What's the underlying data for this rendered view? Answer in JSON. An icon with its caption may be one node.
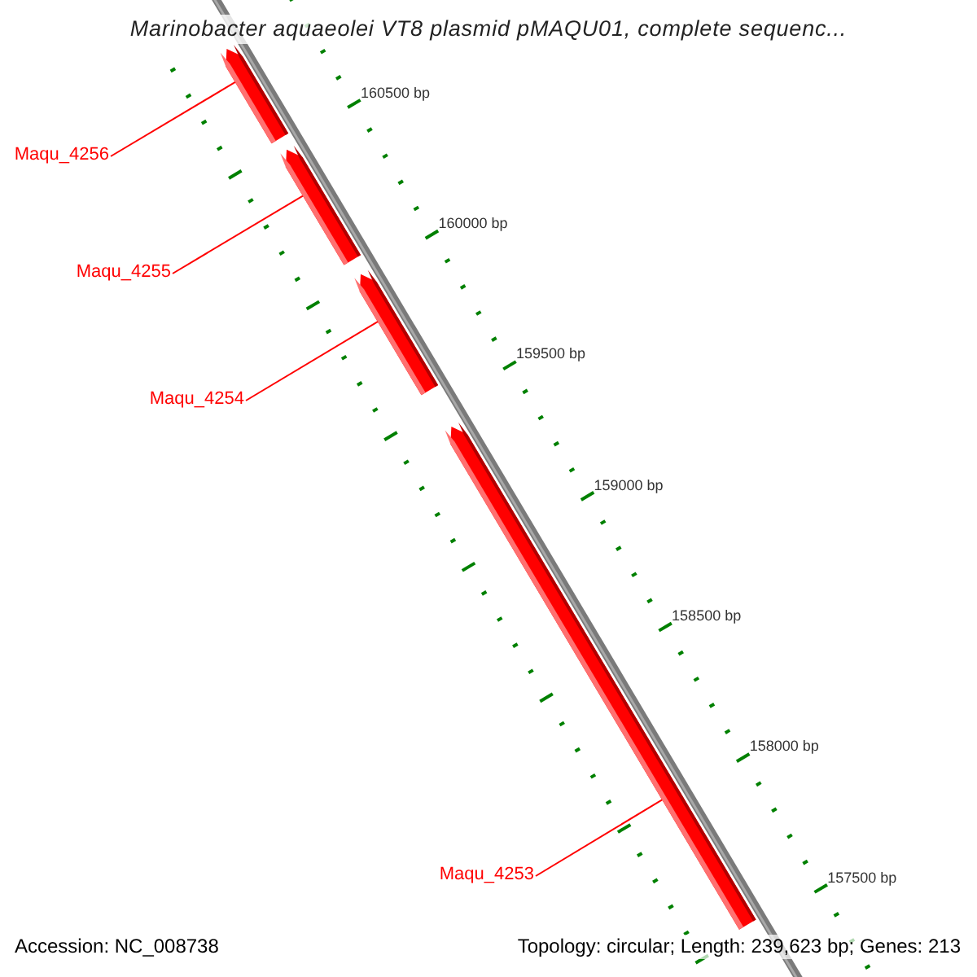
{
  "diagram": {
    "title": "Marinobacter aquaeolei VT8 plasmid pMAQU01, complete sequenc...",
    "nodes": [
      {
        "text": [],
        "shape": "bar"
      },
      {
        "text": [],
        "shape": "bar"
      },
      {
        "text": [],
        "shape": "bar"
      },
      {
        "text": [],
        "shape": "bar"
      },
      {
        "text": [
          "Maqu_4256"
        ]
      },
      {
        "text": [
          "Maqu_4255"
        ]
      },
      {
        "text": [
          "Maqu_4254"
        ]
      },
      {
        "text": [
          "Maqu_4253"
        ]
      }
    ],
    "edges": [
      {
        "from": 4,
        "to": 0,
        "arrow": "none"
      },
      {
        "from": 5,
        "to": 1,
        "arrow": "none"
      },
      {
        "from": 6,
        "to": 2,
        "arrow": "none"
      },
      {
        "from": 7,
        "to": 3,
        "arrow": "none"
      }
    ],
    "labels": [
      "160500 bp",
      "160000 bp",
      "159500 bp",
      "159000 bp",
      "158500 bp",
      "158000 bp",
      "157500 bp",
      "Accession: NC_008738",
      "Topology: circular; Length: 239,623 bp; Genes: 213"
    ]
  }
}
